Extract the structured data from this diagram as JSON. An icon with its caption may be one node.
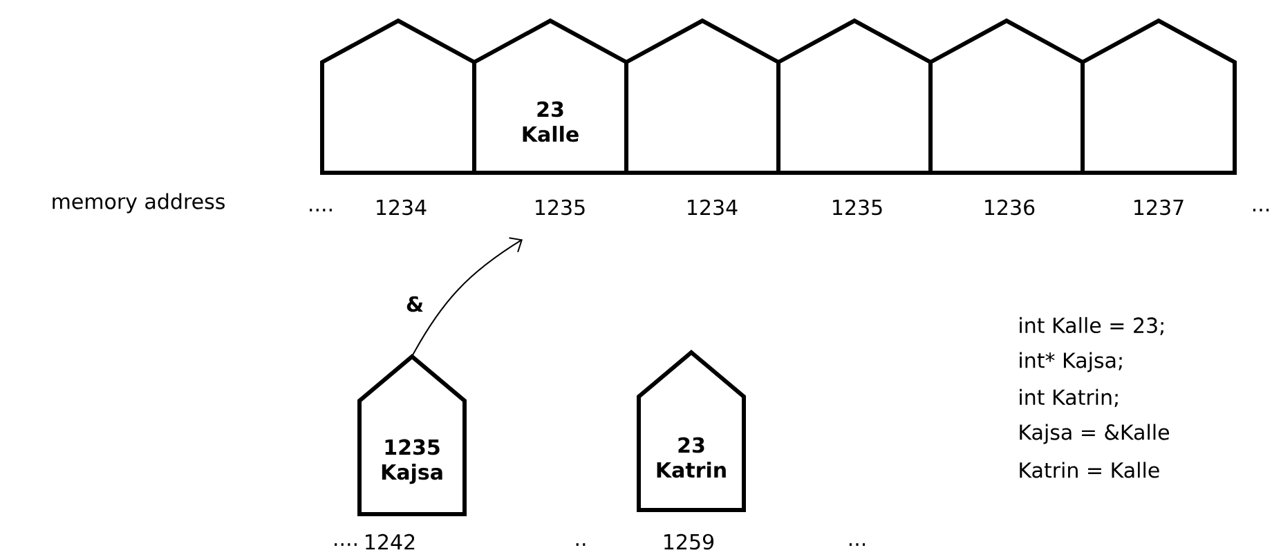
{
  "diagram": {
    "nodes": [
      {
        "text": [],
        "shape": "house",
        "beside": [
          "1234"
        ]
      },
      {
        "text": [
          "23",
          "Kalle"
        ],
        "beside": [
          "1235"
        ]
      },
      {
        "text": [],
        "shape": "house",
        "beside": [
          "1234"
        ]
      },
      {
        "text": [],
        "shape": "house",
        "beside": [
          "1235"
        ]
      },
      {
        "text": [],
        "shape": "house",
        "beside": [
          "1236"
        ]
      },
      {
        "text": [],
        "shape": "house",
        "beside": [
          "1237"
        ]
      },
      {
        "text": [
          "1235",
          "Kajsa"
        ],
        "beside": [
          "1242"
        ]
      },
      {
        "text": [
          "23",
          "Katrin"
        ],
        "beside": [
          "1259"
        ]
      }
    ],
    "edges": [
      {
        "from": 6,
        "to": 1,
        "arrow": "to",
        "label": "&"
      }
    ],
    "labels": [
      "memory address",
      "....",
      "...",
      "int Kalle = 23;",
      "int* Kajsa;",
      "int Katrin;",
      "Kajsa = &Kalle",
      "Katrin = Kalle",
      "....",
      "..",
      "..."
    ]
  }
}
